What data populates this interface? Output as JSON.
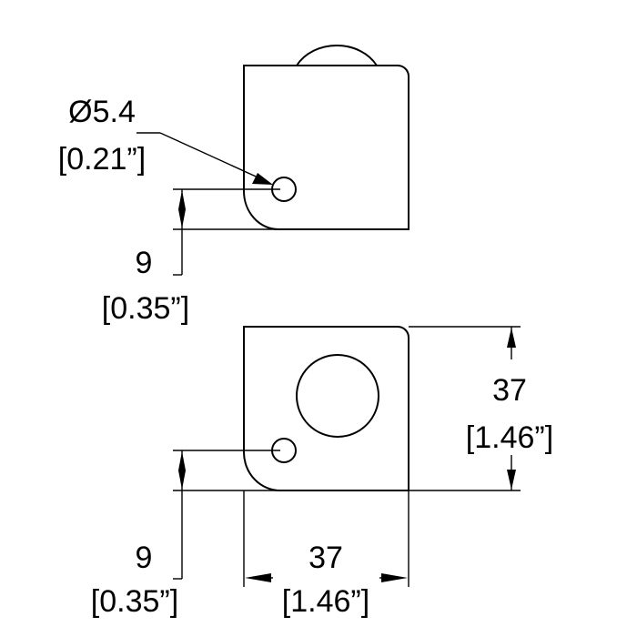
{
  "top_view": {
    "hole_diameter_label": "Ø5.4",
    "hole_diameter_inch": "[0.21”]",
    "hole_offset_mm": "9",
    "hole_offset_inch": "[0.35”]"
  },
  "bottom_view": {
    "height_mm": "37",
    "height_inch": "[1.46”]",
    "width_mm": "37",
    "width_inch": "[1.46”]",
    "hole_offset_mm": "9",
    "hole_offset_inch": "[0.35”]"
  }
}
